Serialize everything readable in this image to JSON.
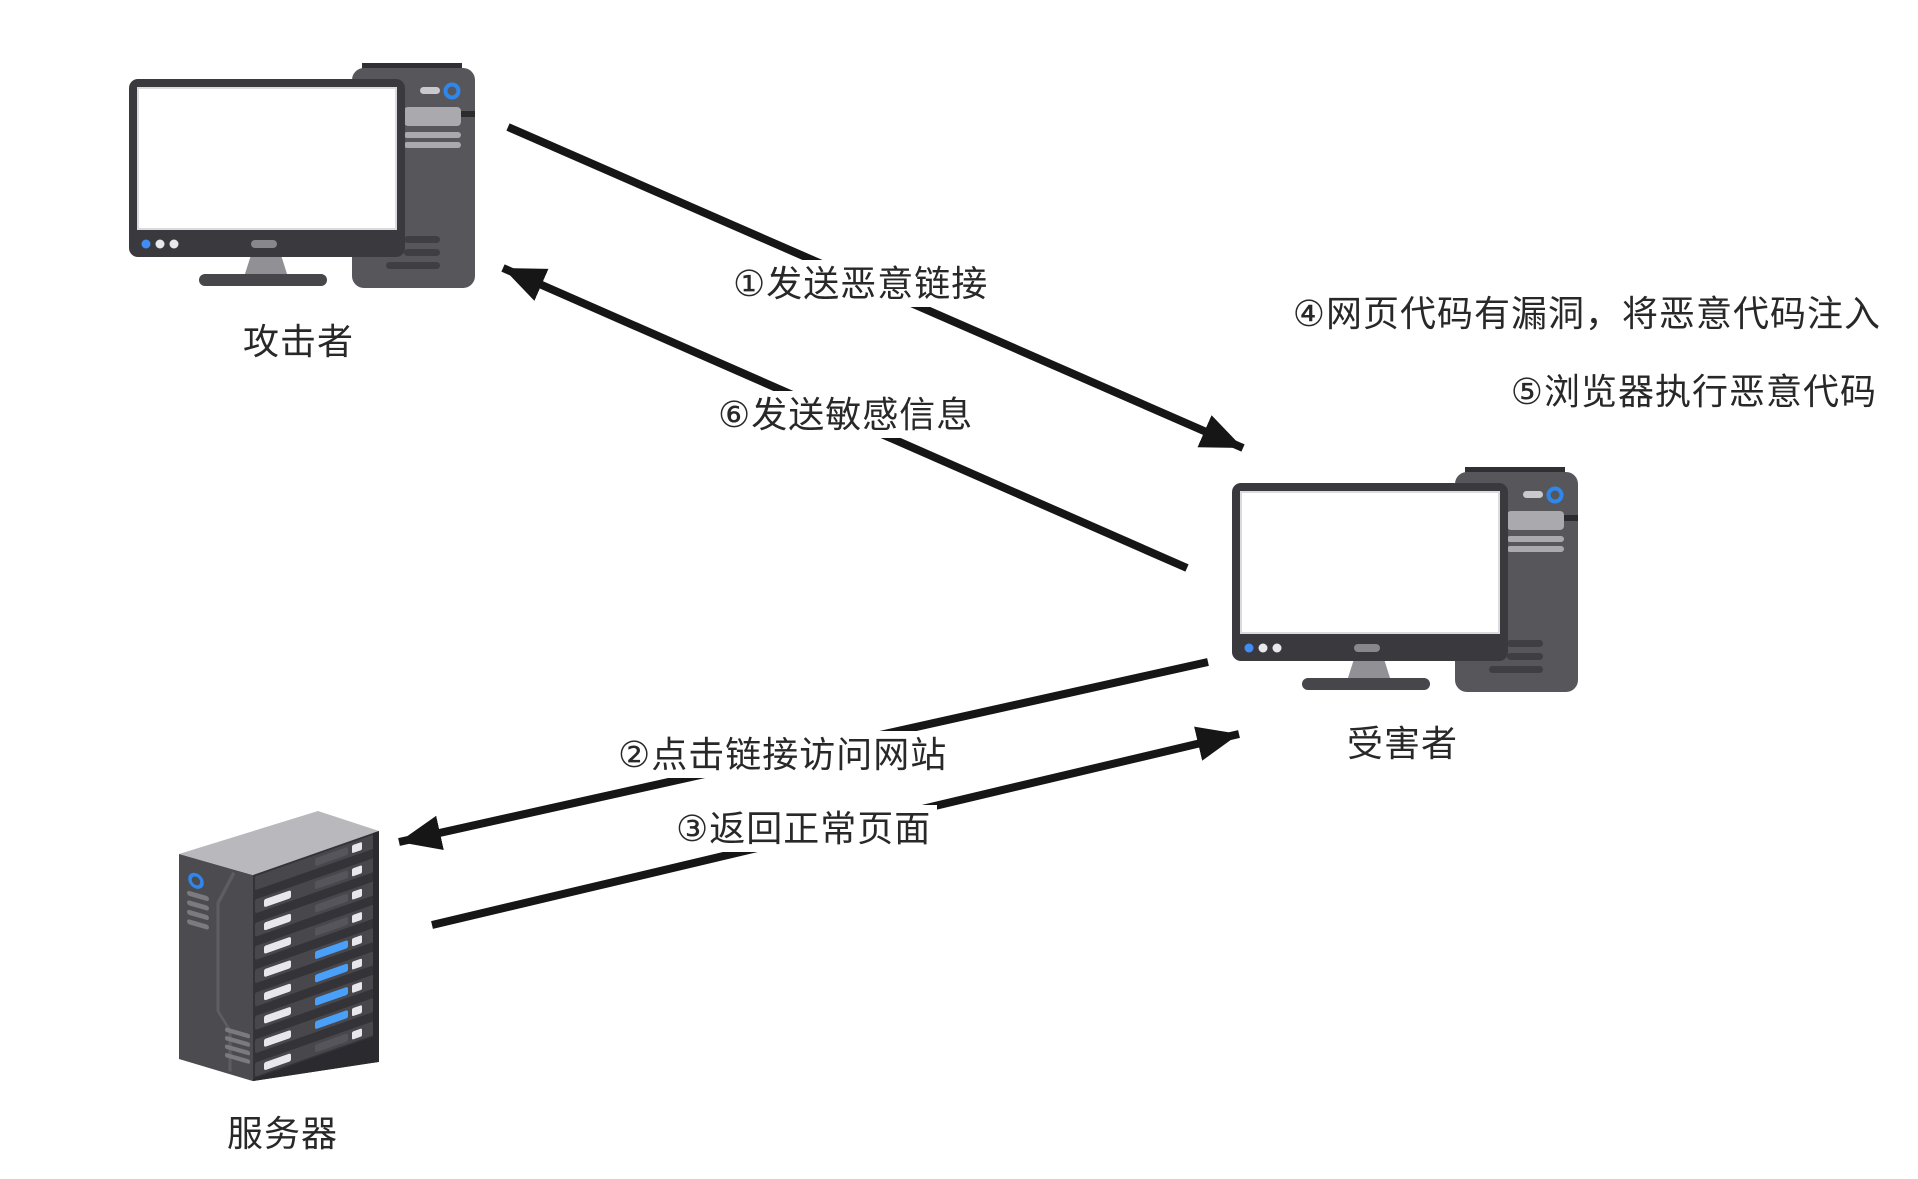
{
  "diagram": {
    "type": "xss-attack-flow",
    "nodes": [
      {
        "id": "attacker",
        "label": "攻击者",
        "icon": "desktop-computer"
      },
      {
        "id": "victim",
        "label": "受害者",
        "icon": "desktop-computer"
      },
      {
        "id": "server",
        "label": "服务器",
        "icon": "server-tower"
      }
    ],
    "steps": [
      {
        "label": "①发送恶意链接",
        "type": "arrow",
        "from": "attacker",
        "to": "victim"
      },
      {
        "label": "②点击链接访问网站",
        "type": "arrow",
        "from": "victim",
        "to": "server"
      },
      {
        "label": "③返回正常页面",
        "type": "arrow",
        "from": "server",
        "to": "victim"
      },
      {
        "label": "④网页代码有漏洞，将恶意代码注入",
        "type": "annotation",
        "at": "victim"
      },
      {
        "label": "⑤浏览器执行恶意代码",
        "type": "annotation",
        "at": "victim"
      },
      {
        "label": "⑥发送敏感信息",
        "type": "arrow",
        "from": "victim",
        "to": "attacker"
      }
    ]
  },
  "colors": {
    "background": "#FFFFFF",
    "arrow_ink": "#161616",
    "label_text": "#282828",
    "monitor_frame": "#3A3A3E",
    "screen_white": "#FFFFFF",
    "screen_border": "#DADADF",
    "tower_gray": "#57575B",
    "tower_cap": "#303034",
    "tower_light": "#A9A9AE",
    "power_dash": "#C9C9CE",
    "ring_blue": "#2F86EB",
    "dot_blue": "#3F8DF5",
    "dot_light": "#E8E8ED",
    "stand_gray": "#909095",
    "stand_bar": "#87878C",
    "base_dark": "#47474B",
    "tower_stripe": "#3F3F43",
    "notch_dark": "#2C2C2F",
    "server_top": "#B8B8BD",
    "server_left": "#4C4C50",
    "server_front": "#333338",
    "server_stripe": "#7A7A7F",
    "server_seam": "#5D5D62",
    "server_band": "#2B2B2F",
    "server_slot_strip": "#47474C",
    "server_slot_light": "#E7E7EC",
    "server_slot_mid": "#55555B",
    "server_slot_blue": "#4A9FF8"
  }
}
